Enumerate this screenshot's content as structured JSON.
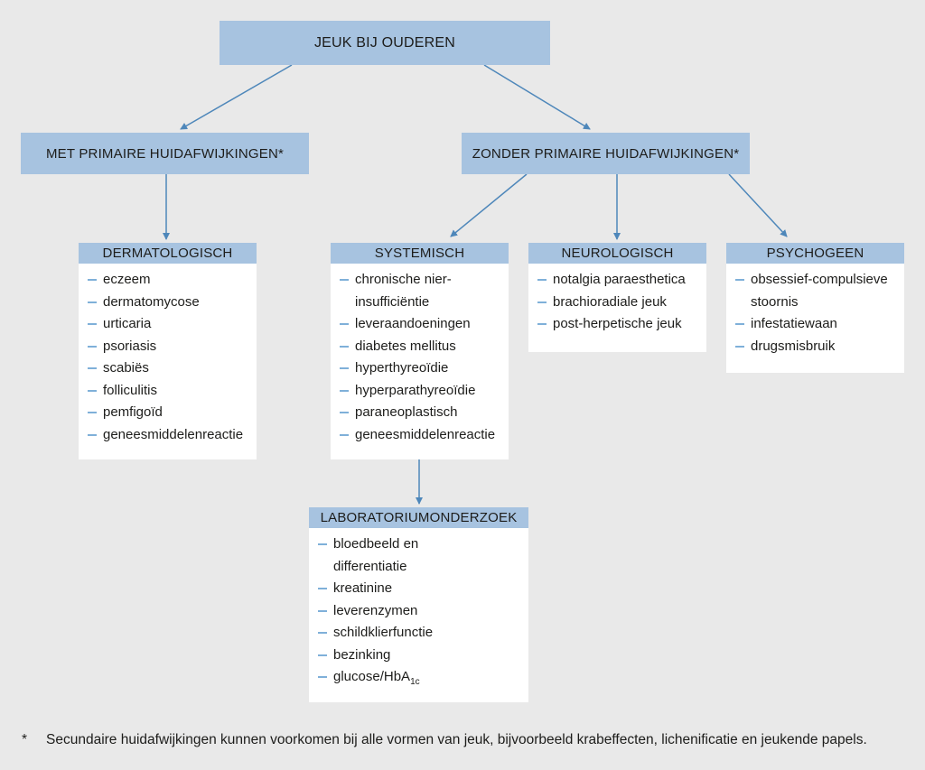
{
  "colors": {
    "background": "#e9e9e9",
    "box_blue": "#a7c3e0",
    "arrow_blue": "#4e87ba",
    "dash_blue": "#7fb0d9",
    "text": "#1d1d1b"
  },
  "root": {
    "label": "JEUK BIJ OUDEREN"
  },
  "level2": [
    {
      "label": "MET PRIMAIRE HUIDAFWIJKINGEN*"
    },
    {
      "label": "ZONDER PRIMAIRE HUIDAFWIJKINGEN*"
    }
  ],
  "columns": [
    {
      "header": "DERMATOLOGISCH",
      "items": [
        "eczeem",
        "dermatomycose",
        "urticaria",
        "psoriasis",
        "scabiës",
        "folliculitis",
        "pemfigoïd",
        "geneesmiddelenreactie"
      ]
    },
    {
      "header": "SYSTEMISCH",
      "items": [
        "chronische nier-\ninsufficiëntie",
        "leveraandoeningen",
        "diabetes mellitus",
        "hyperthyreoïdie",
        "hyperparathyreoïdie",
        "paraneoplastisch",
        "geneesmiddelenreactie"
      ]
    },
    {
      "header": "NEUROLOGISCH",
      "items": [
        "notalgia paraesthetica",
        "brachioradiale jeuk",
        "post-herpetische jeuk"
      ]
    },
    {
      "header": "PSYCHOGEEN",
      "items": [
        "obsessief-compulsieve\nstoornis",
        "infestatiewaan",
        "drugsmisbruik"
      ]
    }
  ],
  "lab": {
    "header": "LABORATORIUMONDERZOEK",
    "items": [
      "bloedbeeld en\ndifferentiatie",
      "kreatinine",
      "leverenzymen",
      "schildklierfunctie",
      "bezinking",
      {
        "text": "glucose/HbA",
        "sub": "1c"
      }
    ]
  },
  "footnote": {
    "marker": "*",
    "text": "Secundaire huidafwijkingen kunnen voorkomen bij alle vormen van jeuk, bijvoorbeeld krabeffecten, lichenificatie en jeukende papels."
  }
}
